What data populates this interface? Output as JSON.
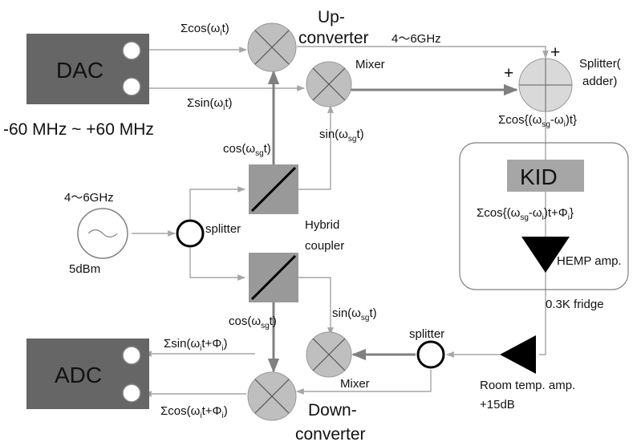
{
  "diagram": {
    "blocks": {
      "dac": "DAC",
      "adc": "ADC",
      "kid": "KID"
    },
    "labels": {
      "up_converter_1": "Up-",
      "up_converter_2": "converter",
      "down_converter_1": "Down-",
      "down_converter_2": "converter",
      "mixer_top": "Mixer",
      "mixer_bottom": "Mixer",
      "splitter_adder_1": "Splitter(",
      "splitter_adder_2": "adder)",
      "hybrid_1": "Hybrid",
      "hybrid_2": "coupler",
      "splitter_left": "splitter",
      "splitter_right": "splitter",
      "freq_range": "-60 MHz ~ +60 MHz",
      "lo_freq": "4～6GHz",
      "lo_power": "5dBm",
      "rf_freq": "4～6GHz",
      "hemt": "HEMP amp.",
      "fridge": "0.3K  fridge",
      "room_amp_1": "Room temp. amp.",
      "room_amp_2": "+15dB",
      "plus_1": "+",
      "plus_2": "+"
    },
    "signals": {
      "sum_cos_wi": {
        "pre": "Σcos(ω",
        "sub": "i",
        "post": "t)"
      },
      "sum_sin_wi": {
        "pre": "Σsin(ω",
        "sub": "i",
        "post": "t)"
      },
      "cos_wsg_up": {
        "pre": "cos(ω",
        "sub": "sg",
        "post": "t)"
      },
      "sin_wsg_up": {
        "pre": "sin(ω",
        "sub": "sg",
        "post": "t)"
      },
      "cos_wsg_down": {
        "pre": "cos(ω",
        "sub": "sg",
        "post": "t)"
      },
      "sin_wsg_down": {
        "pre": "sin(ω",
        "sub": "sg",
        "post": "t)"
      },
      "adder_out": {
        "pre": "Σcos{(ω",
        "sub": "sg",
        "mid": "-ω",
        "sub2": "i",
        "post": ")t}"
      },
      "kid_out": {
        "pre": "Σcos{(ω",
        "sub": "sg",
        "mid": "-ω",
        "sub2": "i",
        "post": ")t+Φ",
        "sub3": "i",
        "post2": "}"
      },
      "adc_sin": {
        "pre": "Σsin(ω",
        "sub": "i",
        "mid": "t+Φ",
        "sub2": "i",
        "post": ")"
      },
      "adc_cos": {
        "pre": "Σcos(ω",
        "sub": "i",
        "mid": "t+Φ",
        "sub2": "i",
        "post": ")"
      }
    },
    "colors": {
      "block_fill": "#666666",
      "port_fill": "#ffffff",
      "mixer_fill": "#bfbfbf",
      "hybrid_fill": "#999999",
      "line_light": "#a6a6a6",
      "line_dark": "#808080",
      "kid_fill": "#a6a6a6"
    }
  }
}
